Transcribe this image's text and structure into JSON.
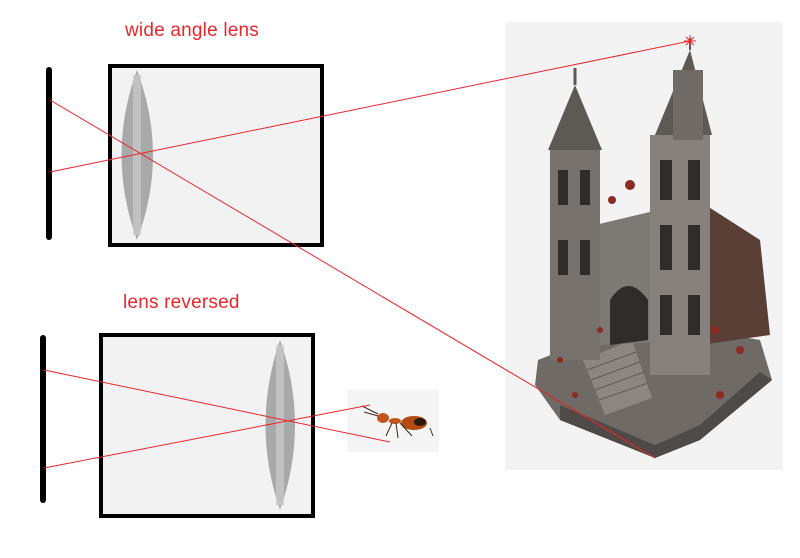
{
  "top_diagram": {
    "label": "wide angle lens"
  },
  "bottom_diagram": {
    "label": "lens reversed"
  },
  "icons": {
    "building": "cathedral-model-image",
    "insect": "ant-image"
  },
  "colors": {
    "label": "#e8262b",
    "ray": "#e8262b",
    "frame": "#000000",
    "lens": "#a9a9a9",
    "lens_highlight": "#c9c9c9",
    "box_fill": "#f2f2f2"
  }
}
